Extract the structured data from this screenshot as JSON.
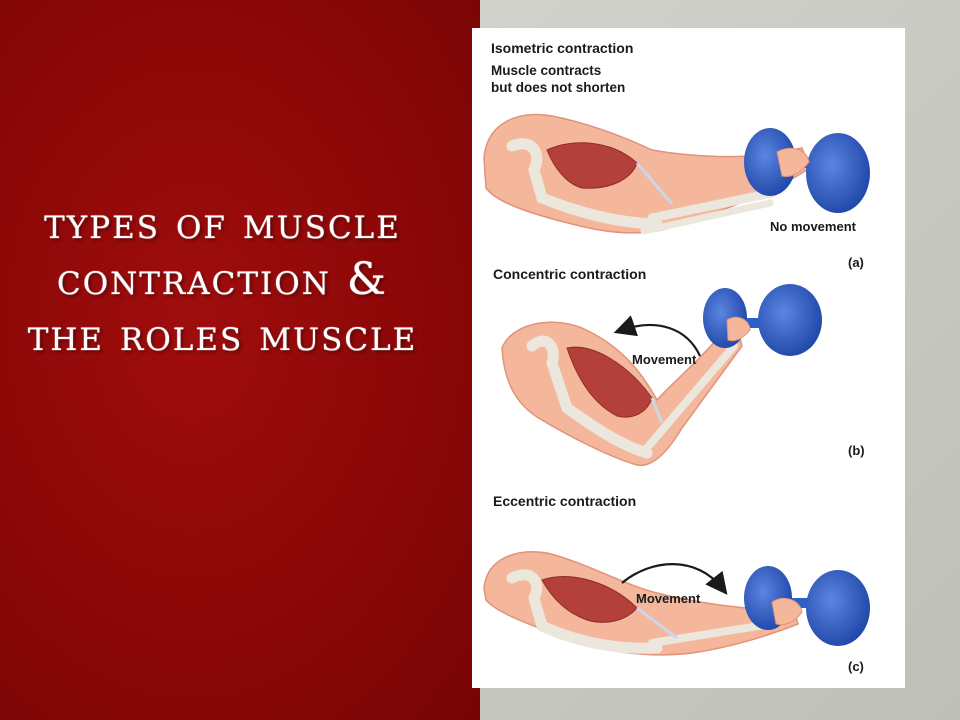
{
  "slide": {
    "title": "Types of muscle contraction & the roles muscle"
  },
  "diagram": {
    "panels": [
      {
        "heading": "Isometric contraction",
        "subtitle_line1": "Muscle contracts",
        "subtitle_line2": "but does not shorten",
        "note": "No movement",
        "letter": "(a)"
      },
      {
        "heading": "Concentric contraction",
        "note": "Movement",
        "letter": "(b)"
      },
      {
        "heading": "Eccentric contraction",
        "note": "Movement",
        "letter": "(c)"
      }
    ]
  },
  "colors": {
    "background_red": "#8a0707",
    "skin": "#f4b79b",
    "muscle": "#b3403a",
    "bone": "#ece7dc",
    "dumbbell": "#2f5fc8"
  },
  "icons": [
    "arm-illustration",
    "dumbbell-icon",
    "movement-arrow-icon"
  ]
}
